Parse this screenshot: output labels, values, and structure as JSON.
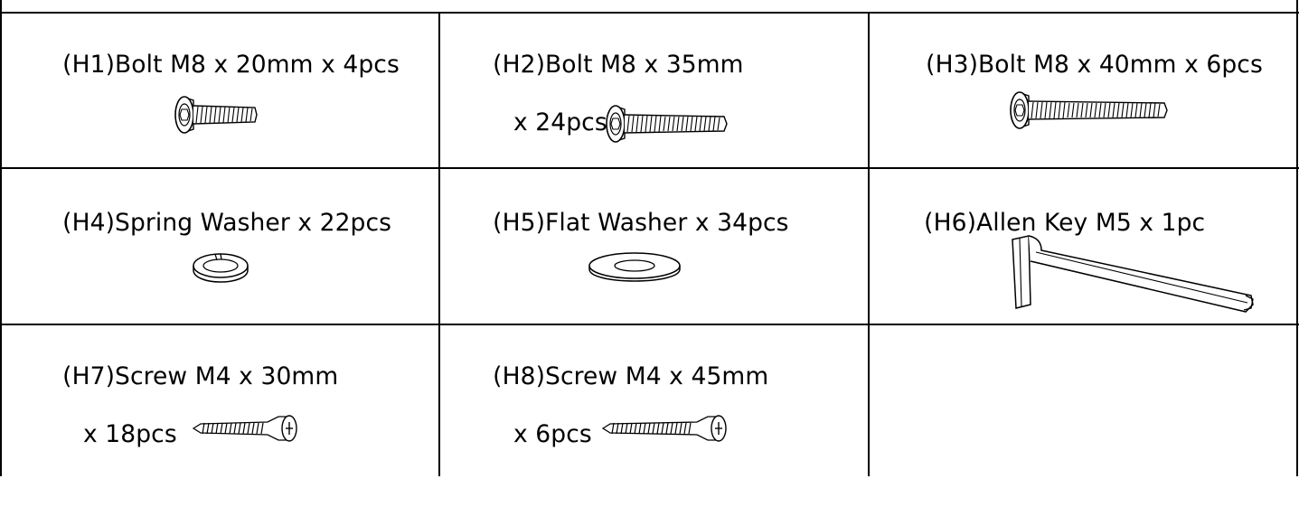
{
  "hardware": [
    {
      "id": "H1",
      "line1": "(H1)Bolt M8 x 20mm x 4pcs",
      "line2": "",
      "icon": "bolt-icon"
    },
    {
      "id": "H2",
      "line1": "(H2)Bolt M8 x 35mm",
      "line2": "x 24pcs",
      "icon": "bolt-icon"
    },
    {
      "id": "H3",
      "line1": "(H3)Bolt M8 x 40mm x 6pcs",
      "line2": "",
      "icon": "bolt-icon"
    },
    {
      "id": "H4",
      "line1": "(H4)Spring Washer x 22pcs",
      "line2": "",
      "icon": "spring-washer-icon"
    },
    {
      "id": "H5",
      "line1": "(H5)Flat Washer x 34pcs",
      "line2": "",
      "icon": "flat-washer-icon"
    },
    {
      "id": "H6",
      "line1": "(H6)Allen Key M5 x 1pc",
      "line2": "",
      "icon": "allen-key-icon"
    },
    {
      "id": "H7",
      "line1": "(H7)Screw M4 x 30mm",
      "line2": "x 18pcs",
      "icon": "screw-icon"
    },
    {
      "id": "H8",
      "line1": "(H8)Screw M4 x 45mm",
      "line2": "x 6pcs",
      "icon": "screw-icon"
    }
  ]
}
